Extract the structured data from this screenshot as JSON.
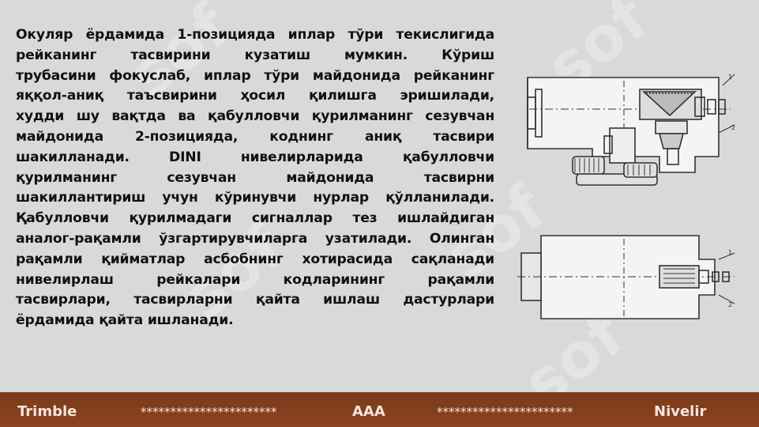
{
  "watermark": "sof",
  "body_lines": [
    "Окуляр ёрдамида 1-позицияда иплар тўри текислигида",
    "рейканинг тасвирини кузатиш мумкин. Кўриш",
    "трубасини фокуслаб, иплар тўри майдонида рейканинг",
    "яққол-аниқ таъсвирини ҳосил қилишга эришилади,",
    "худди шу вақтда ва қабулловчи қурилманинг сезувчан",
    "майдонида 2-позицияда, коднинг аниқ тасвири",
    "шакилланади. DINI нивелирларида қабулловчи",
    "қурилманинг сезувчан майдонида тасвирни",
    "шакиллантириш учун кўринувчи нурлар қўлланилади.",
    "Қабулловчи қурилмадаги сигналлар тез ишлайдиган",
    "аналог-рақамли ўзгартирувчиларга узатилади. Олинган",
    "рақамли қийматлар асбобнинг хотирасида сақланади",
    "нивелирлаш рейкалари кодларининг рақамли",
    "тасвирлари, тасвирларни қайта ишлаш дастурлари",
    "ёрдамида қайта ишланади."
  ],
  "footer": {
    "left": "Trimble",
    "stars_left": "***********************",
    "center": "AAA",
    "stars_right": "***********************",
    "right": "Nivelir"
  }
}
